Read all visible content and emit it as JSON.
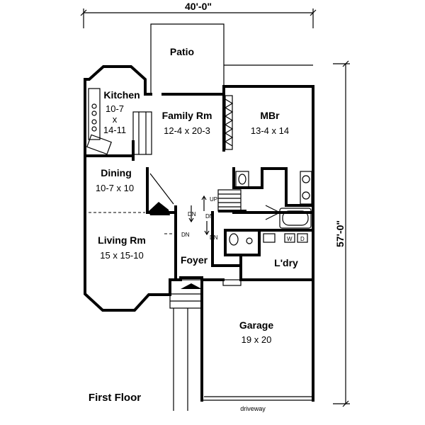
{
  "overall": {
    "width_label": "40'-0\"",
    "depth_label": "57'-0\""
  },
  "rooms": {
    "patio": {
      "name": "Patio"
    },
    "kitchen": {
      "name": "Kitchen",
      "dim1": "10-7",
      "dim2": "x",
      "dim3": "14-11"
    },
    "family": {
      "name": "Family Rm",
      "dim": "12-4 x 20-3"
    },
    "mbr": {
      "name": "MBr",
      "dim": "13-4 x 14"
    },
    "dining": {
      "name": "Dining",
      "dim": "10-7 x 10"
    },
    "living": {
      "name": "Living Rm",
      "dim": "15 x 15-10"
    },
    "foyer": {
      "name": "Foyer"
    },
    "laundry": {
      "name": "L'dry"
    },
    "garage": {
      "name": "Garage",
      "dim": "19 x 20"
    }
  },
  "marks": {
    "up": "UP",
    "dn1": "DN",
    "dn2": "DN",
    "dn3": "DN",
    "dn4": "DN",
    "washer": "W",
    "dryer": "D"
  },
  "floor_label": "First Floor",
  "driveway_label": "driveway"
}
